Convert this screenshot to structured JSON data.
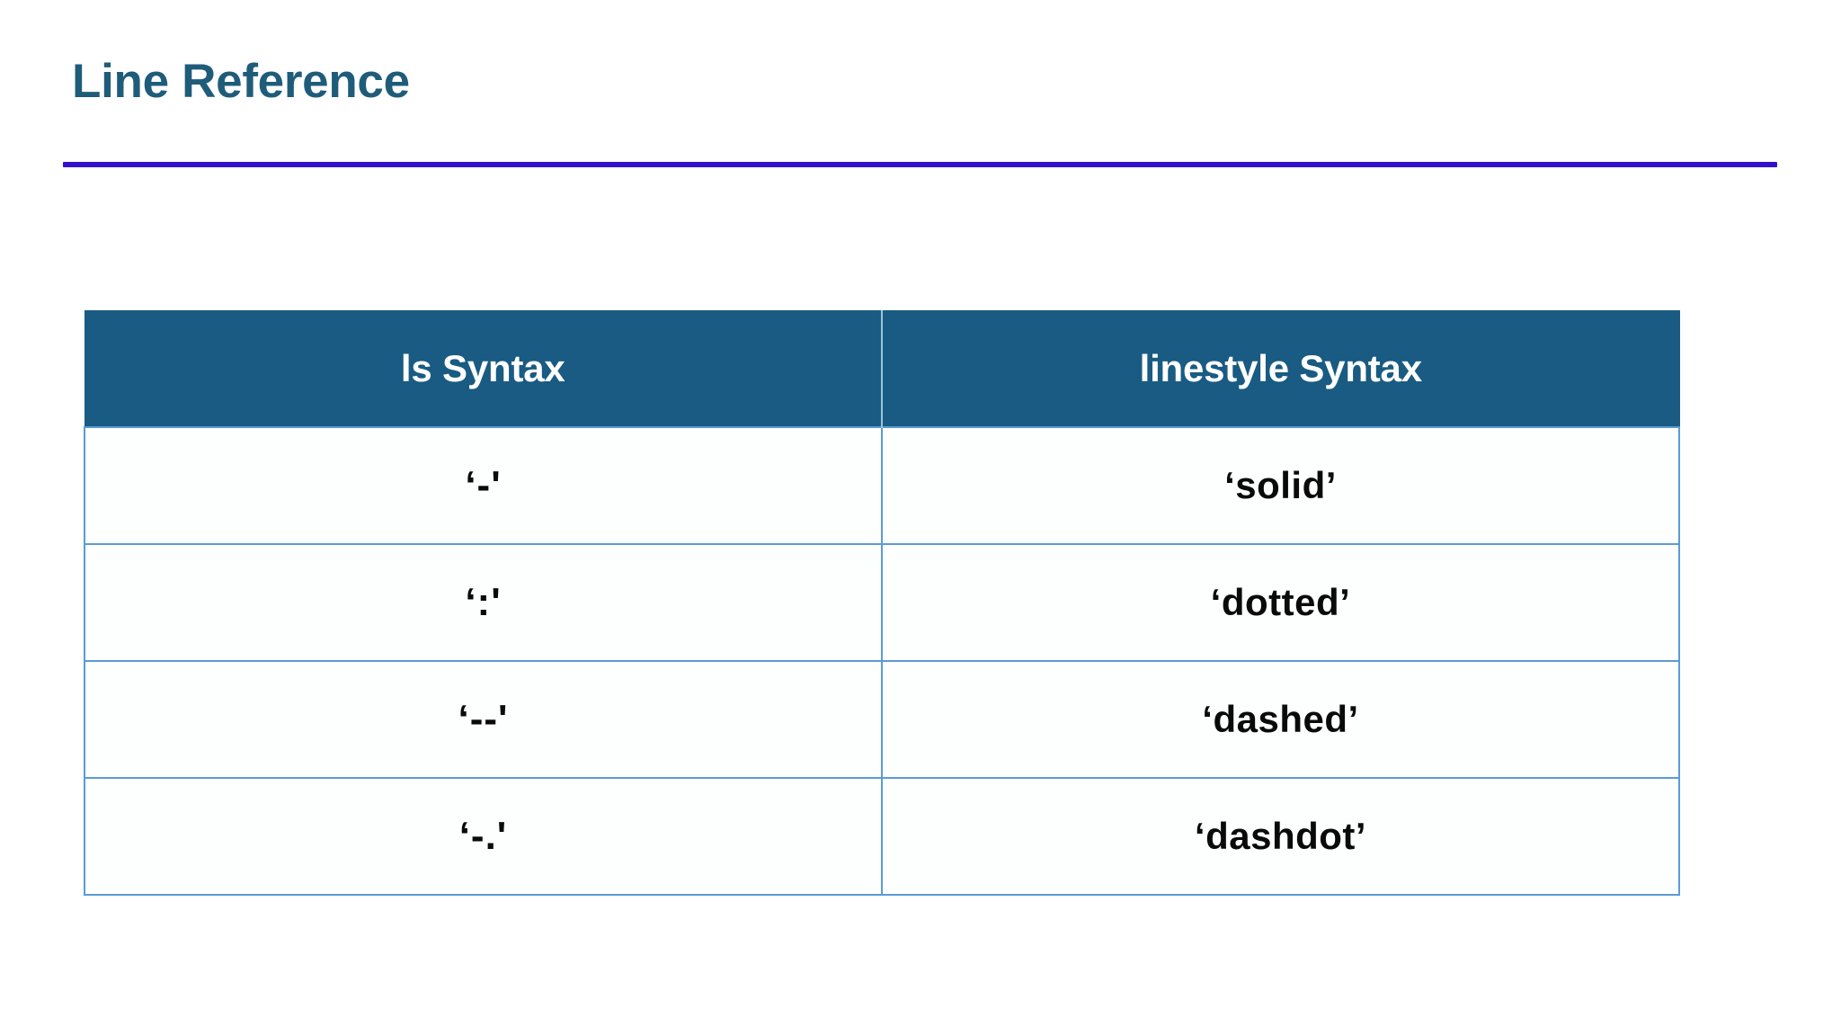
{
  "slide": {
    "title": "Line Reference",
    "accent_color": "#3311CC",
    "title_color": "#1F5C7A",
    "header_fill": "#195B82",
    "border_color": "#5B9BD5",
    "background": "#FFFFFF"
  },
  "table": {
    "columns": [
      {
        "label": "ls Syntax"
      },
      {
        "label": "linestyle Syntax"
      }
    ],
    "rows": [
      {
        "ls": "‘-'",
        "linestyle": "‘solid’"
      },
      {
        "ls": "‘:'",
        "linestyle": "‘dotted’"
      },
      {
        "ls": "‘--'",
        "linestyle": "‘dashed’"
      },
      {
        "ls": "‘-.'",
        "linestyle": "‘dashdot’"
      }
    ]
  }
}
